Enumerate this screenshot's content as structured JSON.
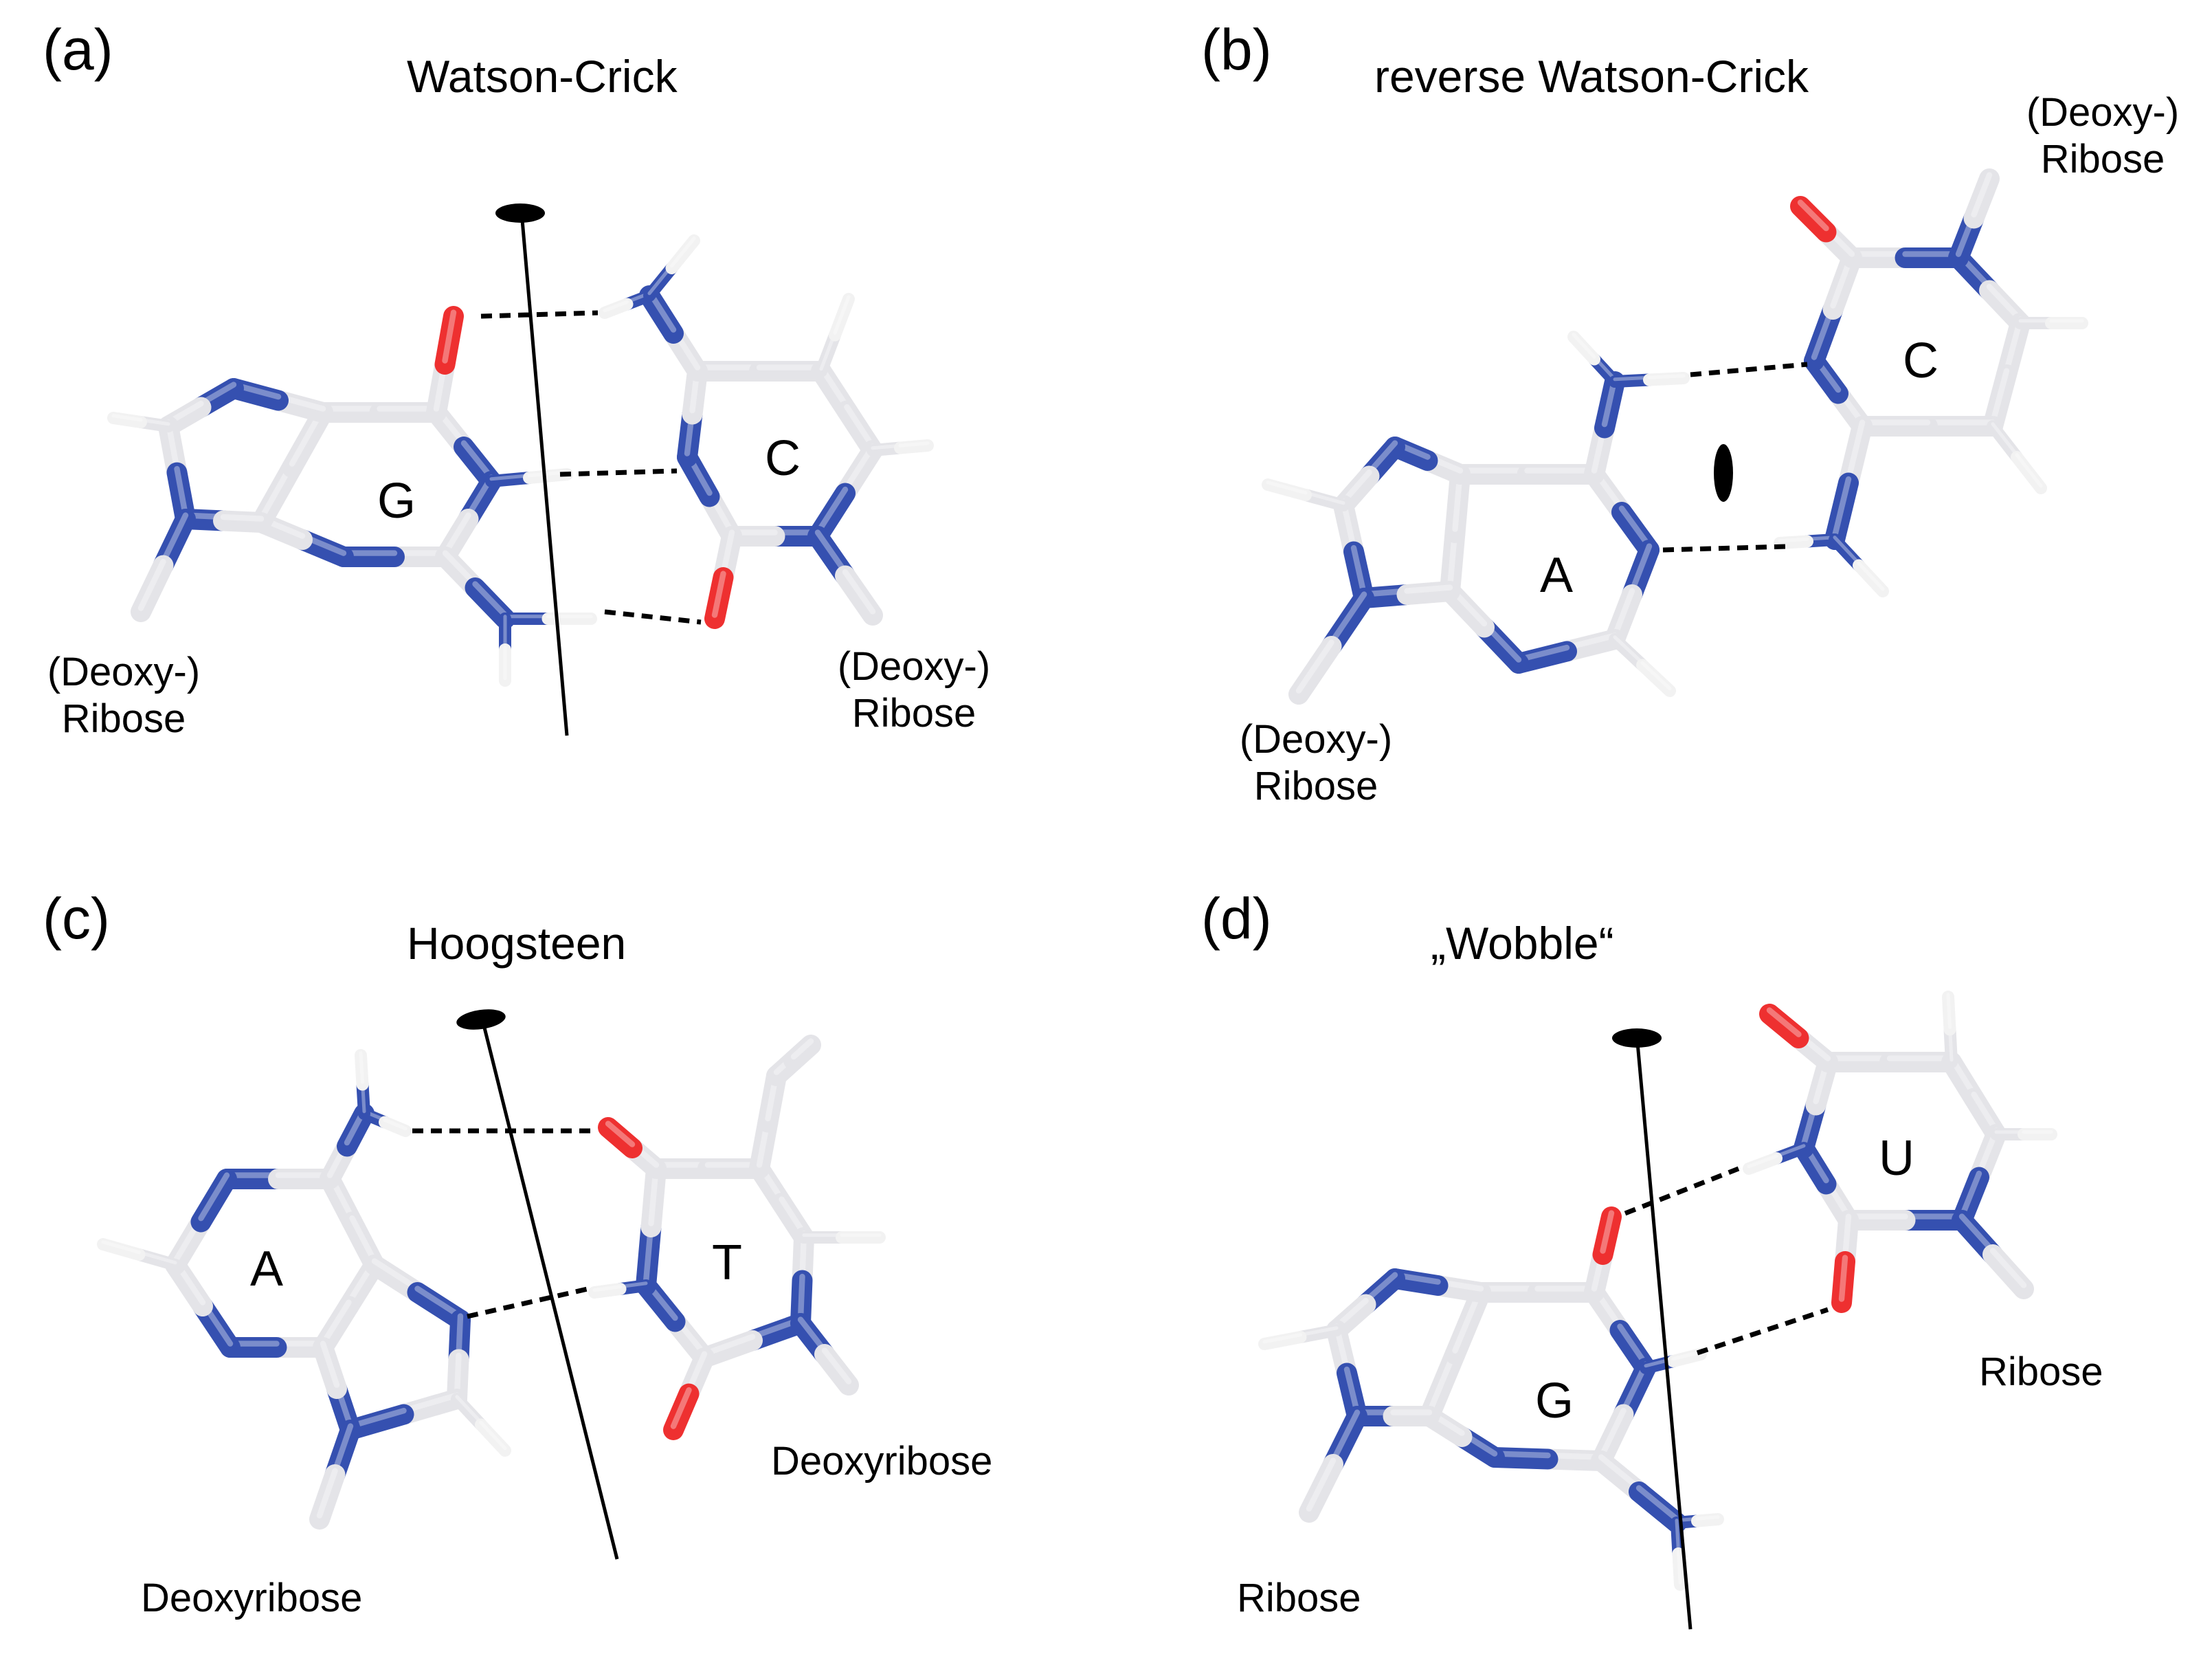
{
  "panels": {
    "a": {
      "letter": "(a)",
      "title": "Watson-Crick",
      "left_base": "G",
      "right_base": "C",
      "left_sugar": [
        "(Deoxy-)",
        "Ribose"
      ],
      "right_sugar": [
        "(Deoxy-)",
        "Ribose"
      ]
    },
    "b": {
      "letter": "(b)",
      "title": "reverse Watson-Crick",
      "left_base": "A",
      "right_base": "C",
      "left_sugar": [
        "(Deoxy-)",
        "Ribose"
      ],
      "right_sugar": [
        "(Deoxy-)",
        "Ribose"
      ]
    },
    "c": {
      "letter": "(c)",
      "title": "Hoogsteen",
      "left_base": "A",
      "right_base": "T",
      "left_sugar": [
        "Deoxyribose"
      ],
      "right_sugar": [
        "Deoxyribose"
      ]
    },
    "d": {
      "letter": "(d)",
      "title": "„Wobble“",
      "left_base": "G",
      "right_base": "U",
      "left_sugar": [
        "Ribose"
      ],
      "right_sugar": [
        "Ribose"
      ]
    }
  },
  "colors": {
    "carbon": "#e4e4e8",
    "nitrogen": "#3550b0",
    "oxygen": "#ee3030",
    "hydrogen": "#f2f2f2",
    "axis": "#000000",
    "hbond": "#000000"
  }
}
